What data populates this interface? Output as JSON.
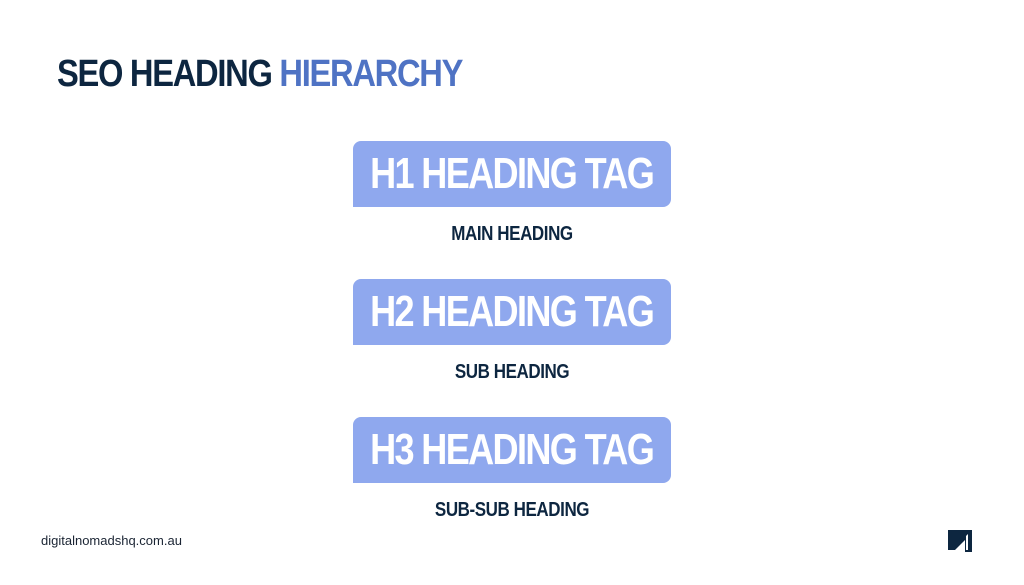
{
  "title": {
    "part1": "SEO HEADING",
    "part2": "HIERARCHY"
  },
  "tags": [
    {
      "label": "H1 HEADING TAG",
      "caption": "MAIN HEADING"
    },
    {
      "label": "H2 HEADING TAG",
      "caption": "SUB HEADING"
    },
    {
      "label": "H3 HEADING TAG",
      "caption": "SUB-SUB HEADING"
    }
  ],
  "footer": {
    "url": "digitalnomadshq.com.au",
    "logo_icon": "paper-plane-logo-icon"
  },
  "colors": {
    "navy": "#0d2640",
    "accent": "#4f73c4",
    "pill": "#8fa8ee",
    "background": "#ffffff"
  }
}
